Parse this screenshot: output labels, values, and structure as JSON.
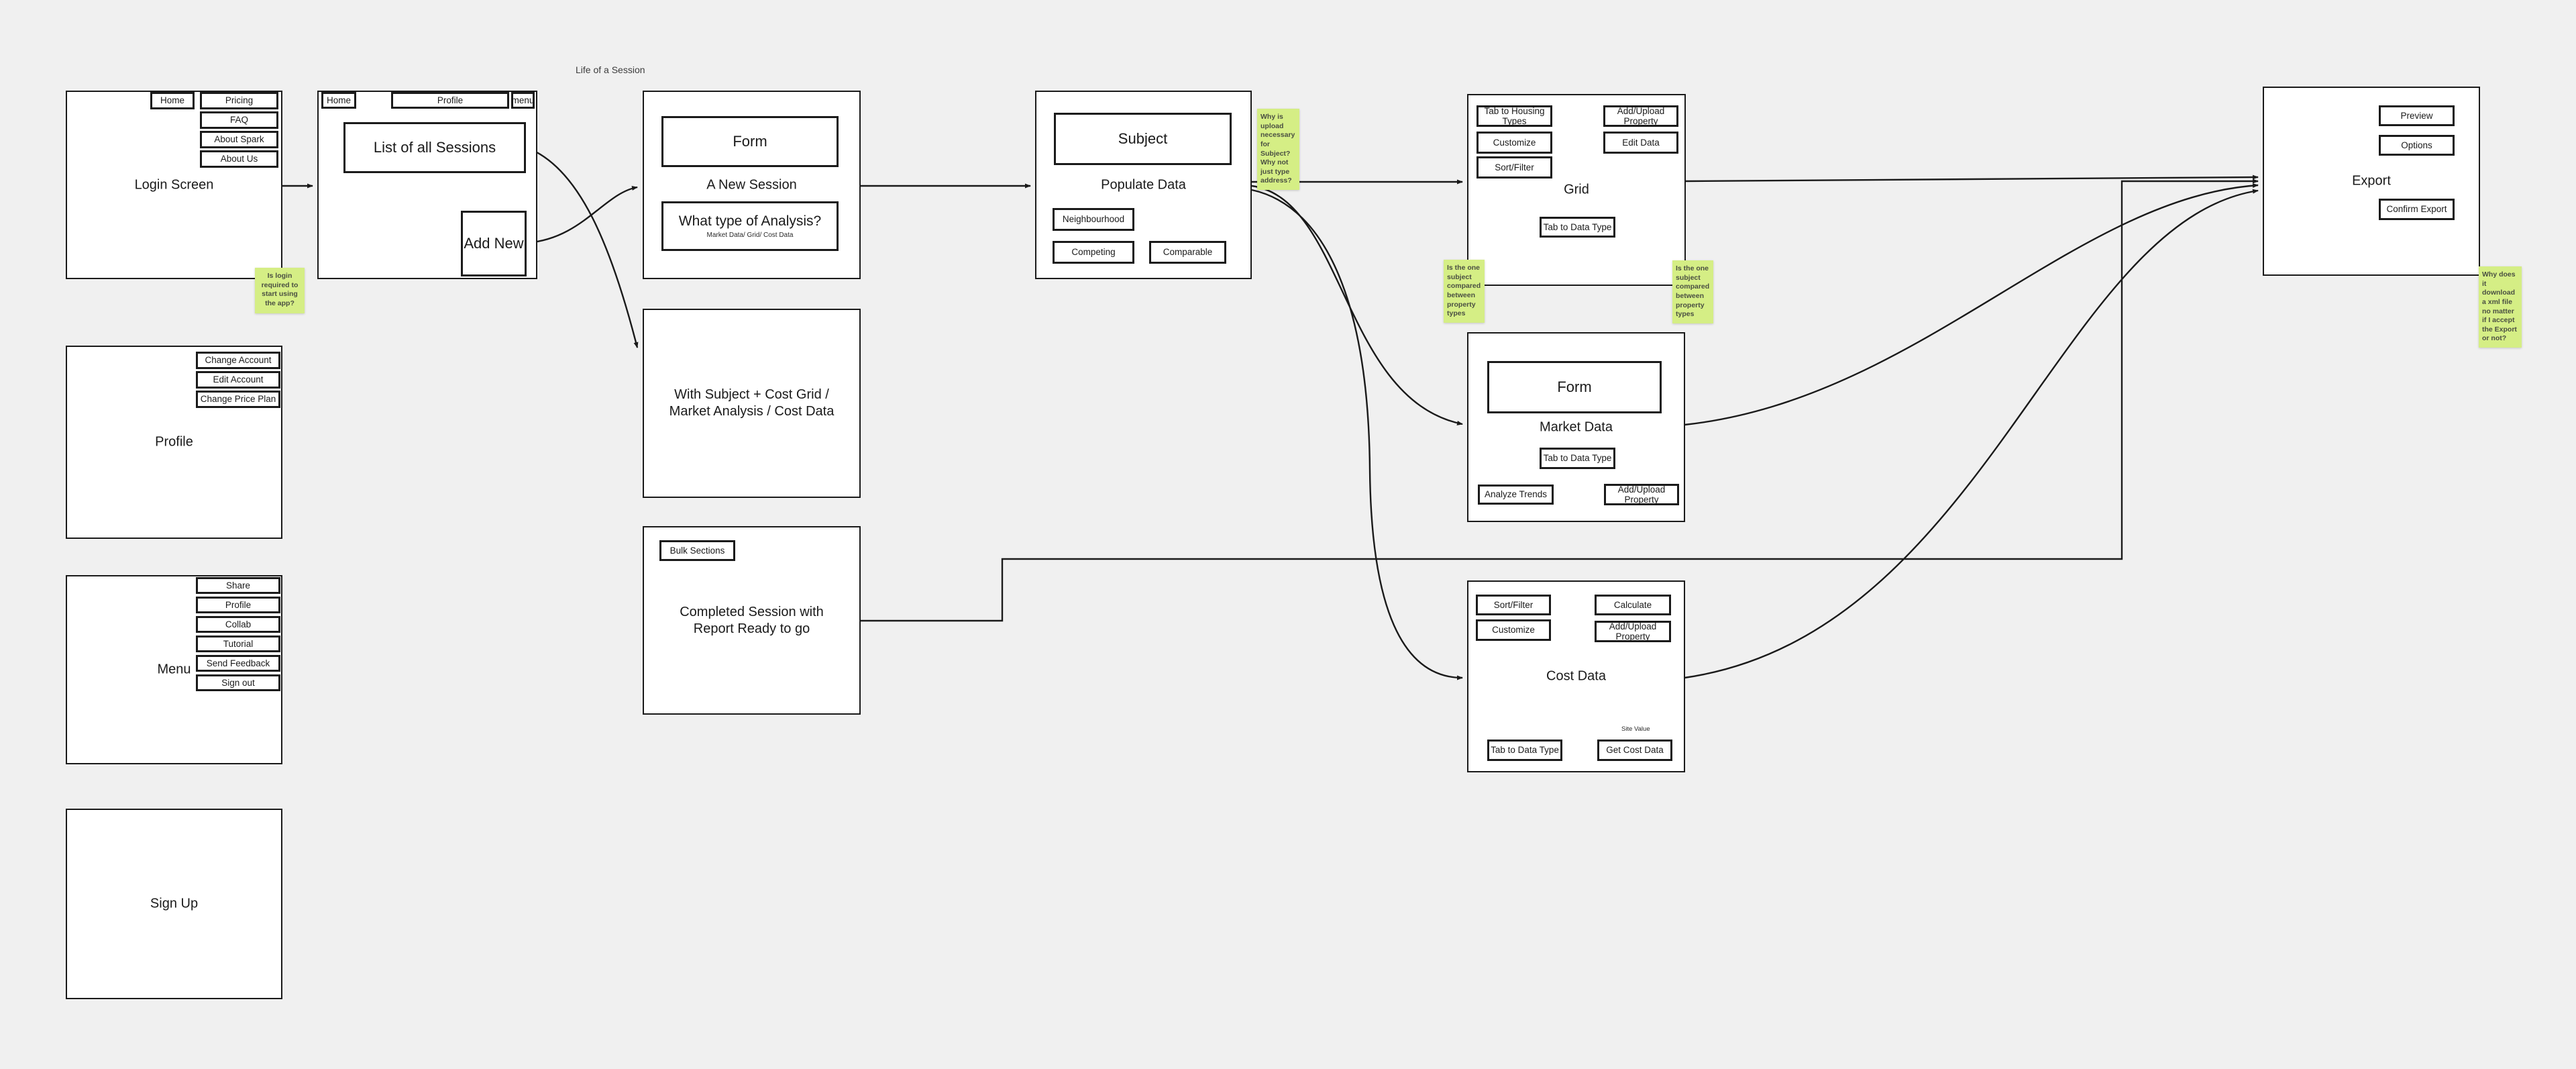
{
  "title": "Life of a Session",
  "colors": {
    "bg": "#f0f0f0",
    "box": "#ffffff",
    "border": "#1a1a1a",
    "text": "#1a1a1a",
    "sticky": "#d5ee85",
    "sticky_text": "#4a4f42"
  },
  "screens": {
    "login": {
      "label": "Login Screen",
      "home_tab": "Home",
      "nav": [
        "Pricing",
        "FAQ",
        "About Spark",
        "About Us"
      ]
    },
    "sessions": {
      "tabs": [
        "Home",
        "Profile",
        "menu"
      ],
      "list_button": "List of all Sessions",
      "add_button": "Add New"
    },
    "profile": {
      "label": "Profile",
      "nav": [
        "Change Account",
        "Edit Account",
        "Change Price Plan"
      ]
    },
    "menu": {
      "label": "Menu",
      "nav": [
        "Share",
        "Profile",
        "Collab",
        "Tutorial",
        "Send Feedback",
        "Sign out"
      ]
    },
    "signup": {
      "label": "Sign Up"
    },
    "new_session": {
      "label": "A New Session",
      "form": "Form",
      "question": "What type of Analysis?",
      "question_sub": "Market Data/ Grid/ Cost Data"
    },
    "populate": {
      "label": "Populate Data",
      "subject": "Subject",
      "buttons": [
        "Neighbourhood",
        "Competing",
        "Comparable"
      ]
    },
    "grid": {
      "label": "Grid",
      "left_buttons": [
        "Tab to Housing Types",
        "Customize",
        "Sort/Filter"
      ],
      "right_buttons": [
        "Add/Upload Property",
        "Edit Data"
      ],
      "bottom_button": "Tab to Data Type"
    },
    "market": {
      "label": "Market Data",
      "form": "Form",
      "tab_button": "Tab to Data Type",
      "buttons": [
        "Analyze Trends",
        "Add/Upload Property"
      ]
    },
    "cost": {
      "label": "Cost Data",
      "left_buttons": [
        "Sort/Filter",
        "Customize"
      ],
      "right_buttons": [
        "Calculate",
        "Add/Upload Property"
      ],
      "note": "Site Value",
      "bottom_buttons": [
        "Tab to Data Type",
        "Get Cost Data"
      ]
    },
    "with_subject": {
      "label": "With Subject + Cost Grid / Market Analysis / Cost Data"
    },
    "completed": {
      "label": "Completed Session with Report Ready to go",
      "tab": "Bulk Sections"
    },
    "export": {
      "label": "Export",
      "buttons": [
        "Preview",
        "Options",
        "Confirm Export"
      ]
    }
  },
  "stickies": {
    "login": "Is login required to start using the app?",
    "subject": "Why is upload necessary for Subject? Why not just type address?",
    "grid_left": "Is the one subject compared between property types",
    "grid_right": "Is the one subject compared between property types",
    "export": "Why does it download a xml file no matter if I accept the Export or not?"
  }
}
